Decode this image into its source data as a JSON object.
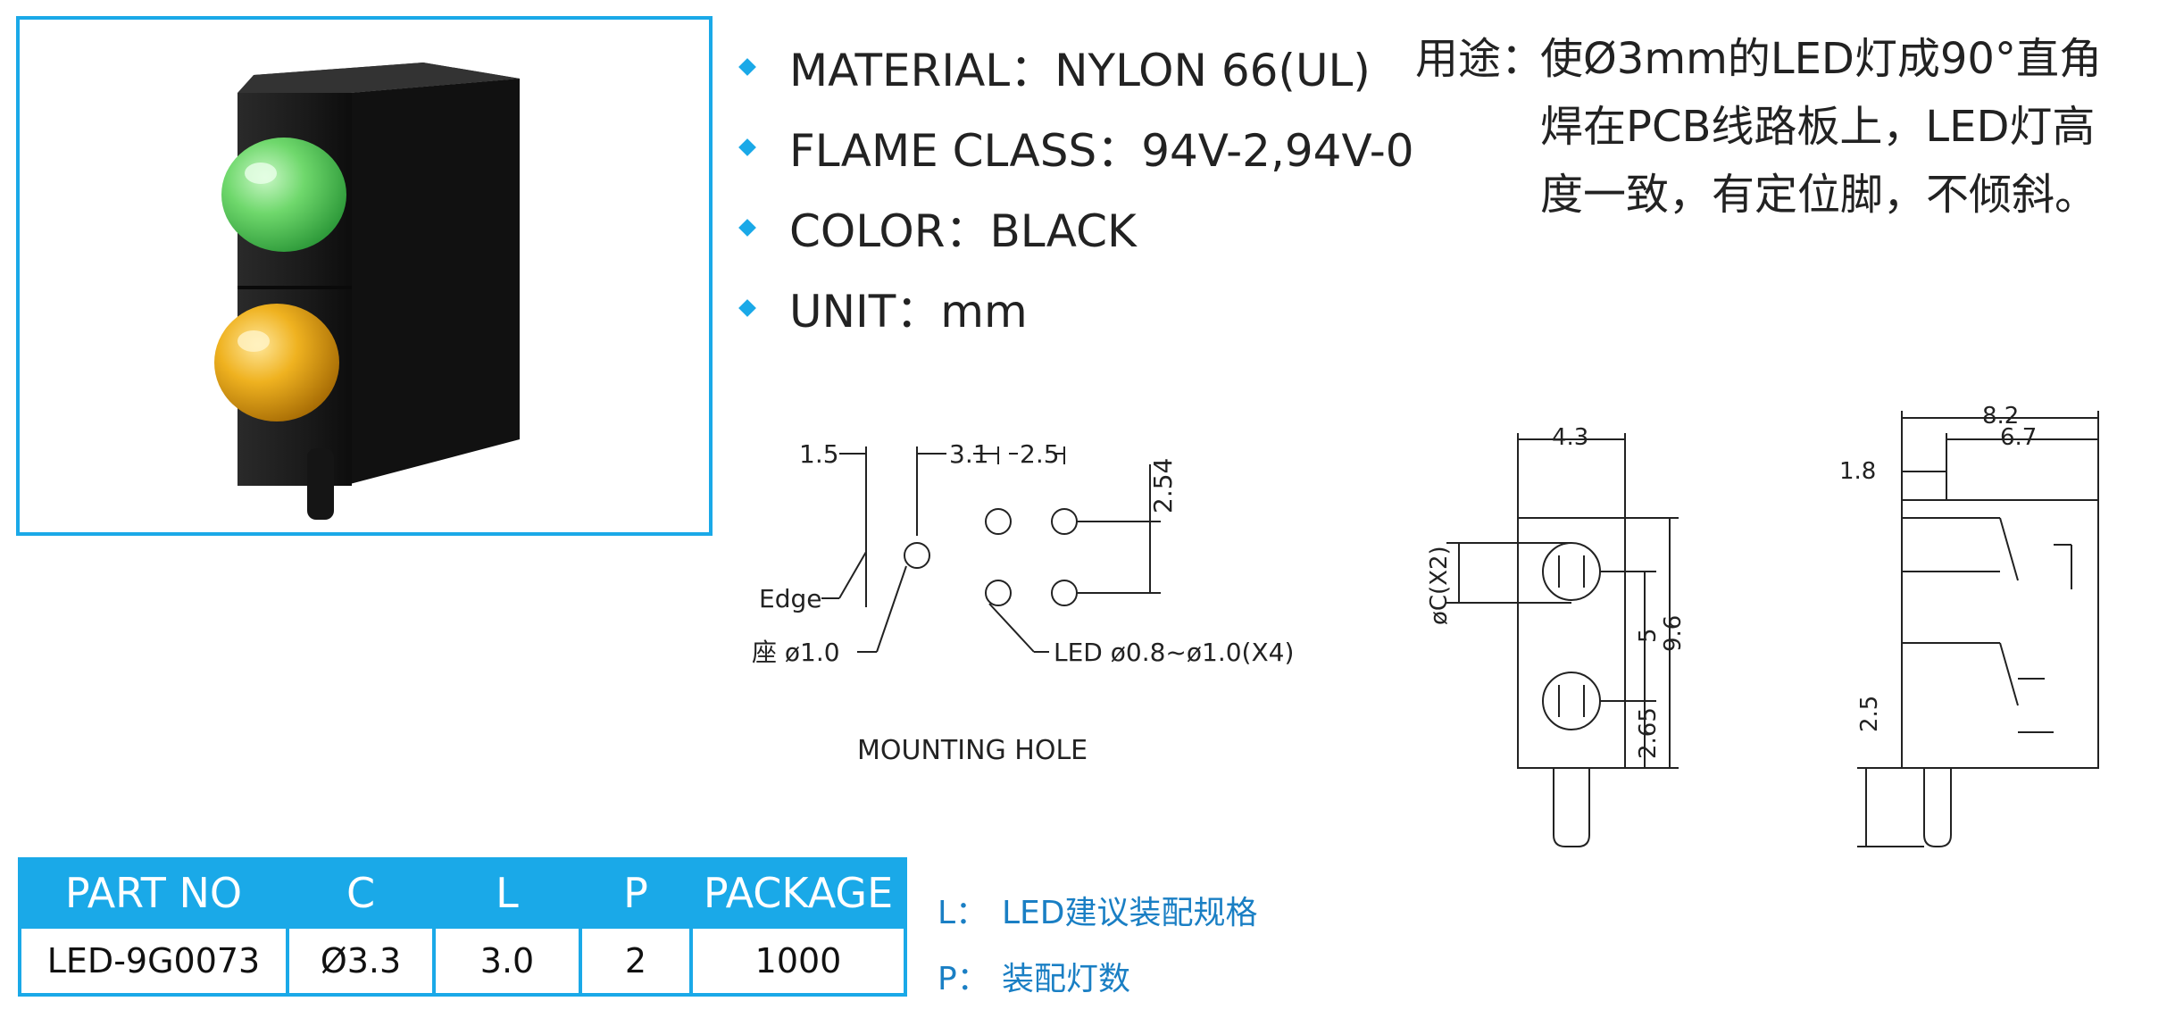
{
  "specs": [
    {
      "label": "MATERIAL：NYLON 66(UL)"
    },
    {
      "label": "FLAME CLASS：94V-2,94V-0"
    },
    {
      "label": "COLOR：BLACK"
    },
    {
      "label": "UNIT：mm"
    }
  ],
  "usage": {
    "label": "用途：",
    "text": "使Ø3mm的LED灯成90°直角焊在PCB线路板上，LED灯高度一致，有定位脚，不倾斜。"
  },
  "drawing": {
    "mounting_hole": {
      "title": "MOUNTING HOLE",
      "dim_edge_offset": "1.5",
      "dim_pitch_x": "3.1",
      "dim_led_pitch": "2.5",
      "dim_row_pitch": "2.54",
      "edge_label": "Edge",
      "seat_hole": "座 ø1.0",
      "led_hole": "LED  ø0.8~ø1.0(X4)"
    },
    "front_view": {
      "width": "4.3",
      "dia_label": "øC(X2)",
      "pitch": "5",
      "height": "9.6",
      "bottom_offset": "2.65"
    },
    "side_view": {
      "depth_total": "8.2",
      "depth_inner": "6.7",
      "offset": "1.8",
      "pin_height": "2.5"
    }
  },
  "table": {
    "headers": [
      "PART NO",
      "C",
      "L",
      "P",
      "PACKAGE"
    ],
    "rows": [
      [
        "LED-9G0073",
        "Ø3.3",
        "3.0",
        "2",
        "1000"
      ]
    ]
  },
  "legend": [
    {
      "key": "L：",
      "text": "LED建议装配规格"
    },
    {
      "key": "P：",
      "text": "装配灯数"
    }
  ],
  "colors": {
    "accent": "#1aa9e8",
    "legend_text": "#1a7fc4",
    "led_green": "#5fd36a",
    "led_yellow": "#e3a814",
    "housing": "#1b1b1b"
  }
}
